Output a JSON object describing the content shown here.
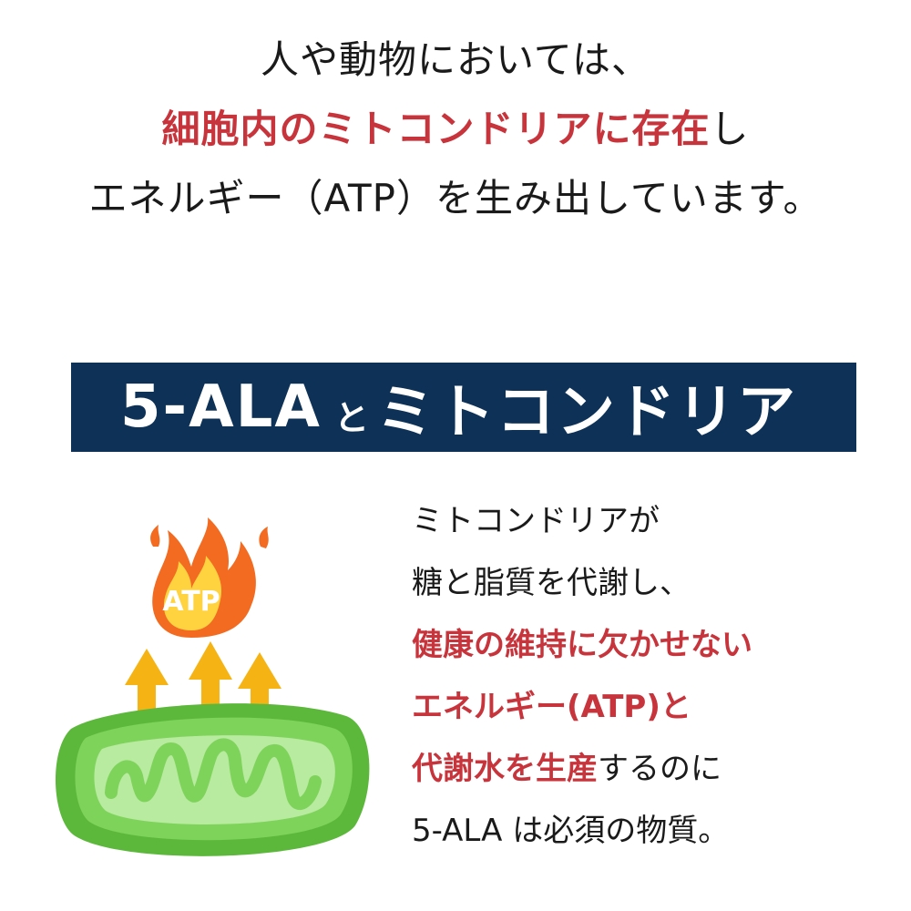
{
  "intro": {
    "line1": "人や動物においては、",
    "line2_red": "細胞内のミトコンドリアに存在",
    "line2_rest": "し",
    "line3": "エネルギー（ATP）を生み出しています。"
  },
  "banner": {
    "part1": "5-ALA",
    "part2": "と",
    "part3": "ミトコンドリア"
  },
  "illustration": {
    "flame_label": "ATP",
    "icons": [
      "flame-icon",
      "arrow-up-icon",
      "mitochondria-icon"
    ]
  },
  "description": {
    "line1": "ミトコンドリアが",
    "line2": "糖と脂質を代謝し、",
    "line3_red": "健康の維持に欠かせない",
    "line4_red": "エネルギー(ATP)と",
    "line5_red": "代謝水を生産",
    "line5_rest": "するのに",
    "line6": "5-ALA は必須の物質。"
  },
  "colors": {
    "accent_red": "#c8343b",
    "banner_navy": "#0e3257",
    "mito_green": "#6fcf4f",
    "flame_orange": "#f36a21",
    "arrow_yellow": "#f5b414"
  }
}
